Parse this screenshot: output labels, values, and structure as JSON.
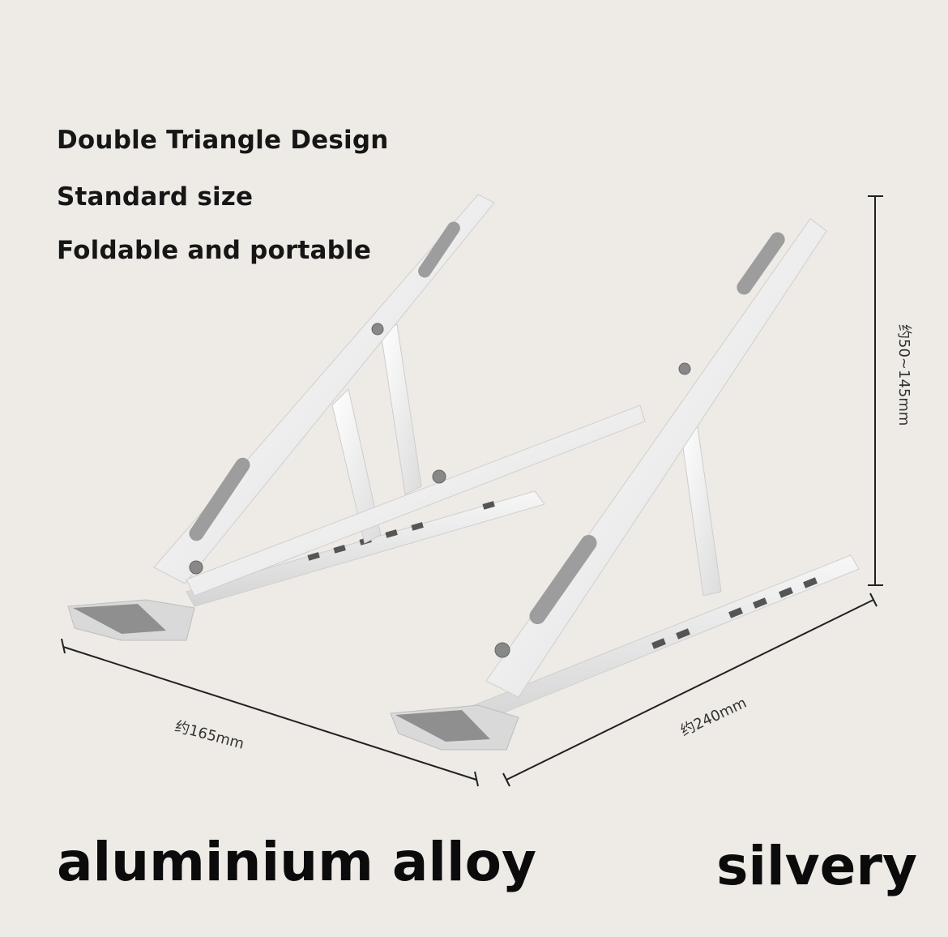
{
  "features": [
    "Double Triangle Design",
    "Standard size",
    "Foldable and portable"
  ],
  "dimensions": {
    "width": "约165mm",
    "depth": "约240mm",
    "height": "约50~145mm"
  },
  "material": "aluminium alloy",
  "color": "silvery",
  "colors": {
    "background": "#eeebe6",
    "metal": "#f4f4f4",
    "pad": "#9d9d9d"
  }
}
